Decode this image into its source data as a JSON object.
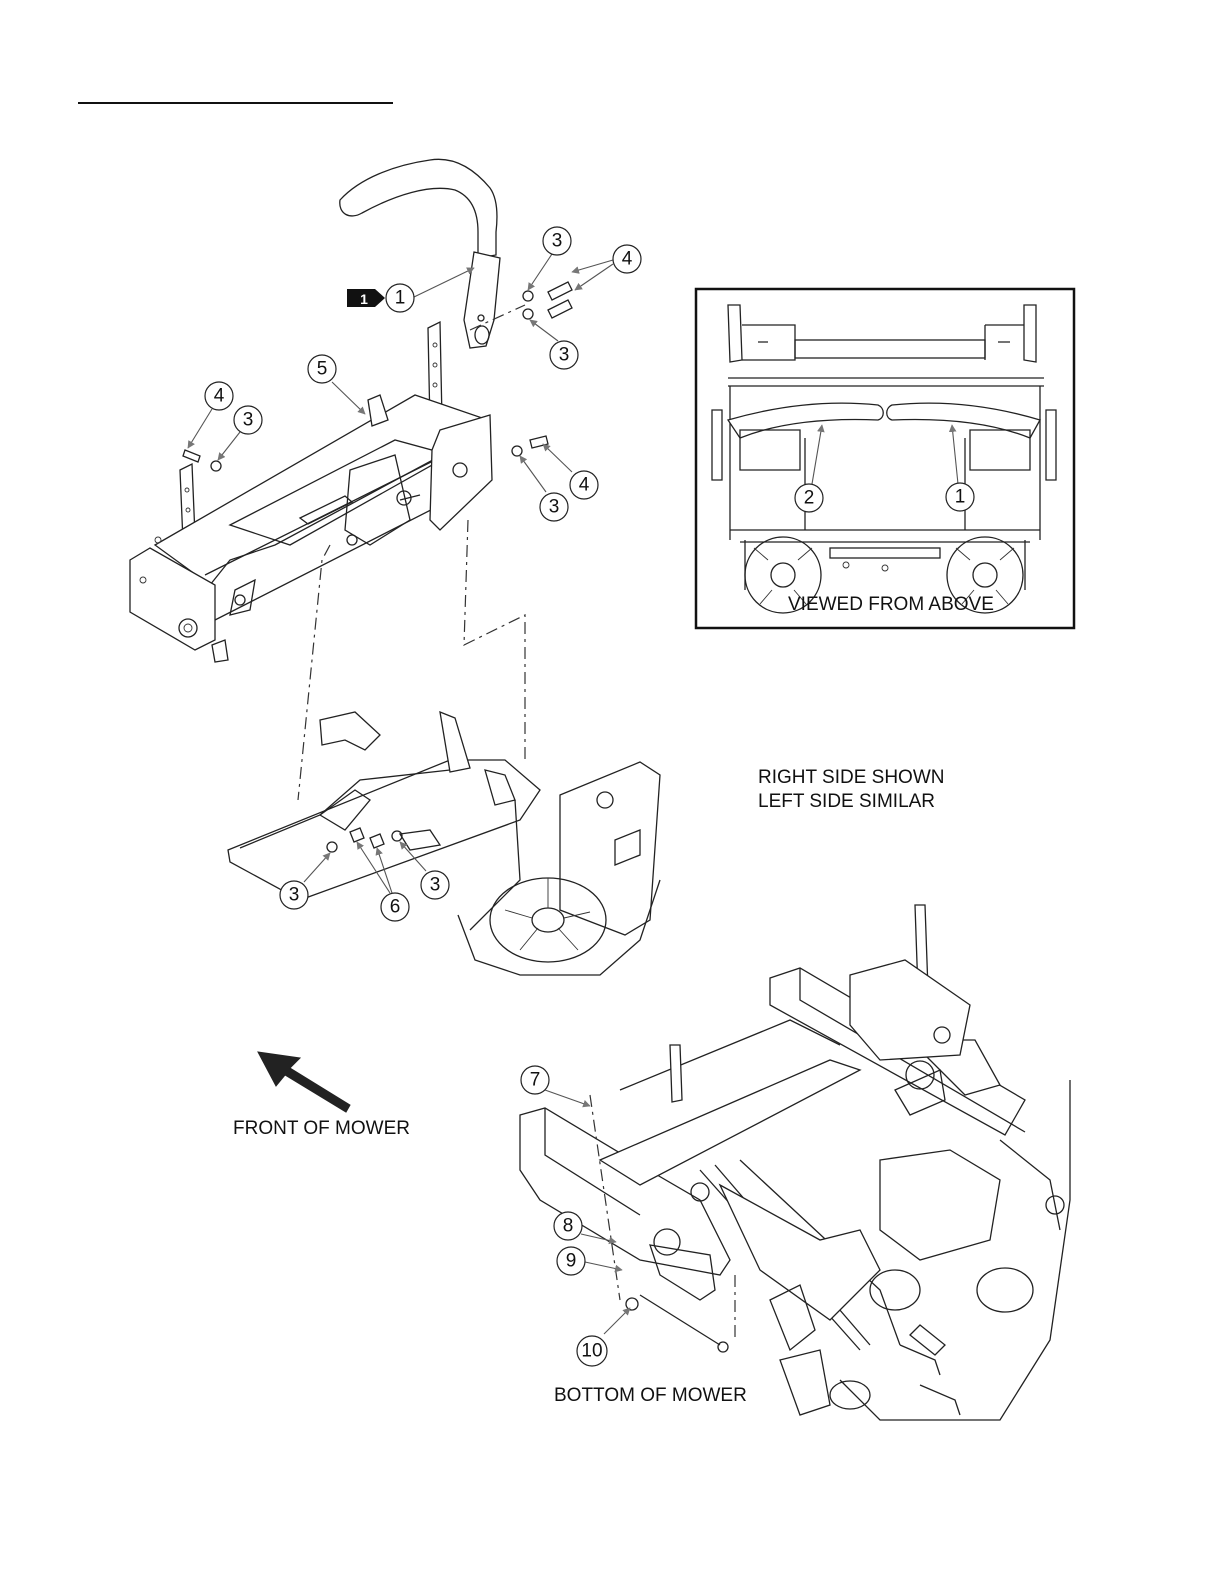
{
  "labels": {
    "viewed_from_above": "VIEWED FROM ABOVE",
    "right_side_line1": "RIGHT SIDE SHOWN",
    "right_side_line2": "LEFT SIDE SIMILAR",
    "front_of_mower": "FRONT OF MOWER",
    "bottom_of_mower": "BOTTOM OF MOWER"
  },
  "badge": {
    "text": "1"
  },
  "callouts": {
    "c1": "1",
    "c3a": "3",
    "c4a": "4",
    "c3b": "3",
    "c5": "5",
    "c4b": "4",
    "c3c": "3",
    "c4c": "4",
    "c3d": "3",
    "c3e": "3",
    "c6": "6",
    "c3f": "3",
    "inset1": "1",
    "inset2": "2",
    "c7": "7",
    "c8": "8",
    "c9": "9",
    "c10": "10"
  },
  "icons": [
    "front-arrow-icon",
    "badge-arrow-icon"
  ]
}
